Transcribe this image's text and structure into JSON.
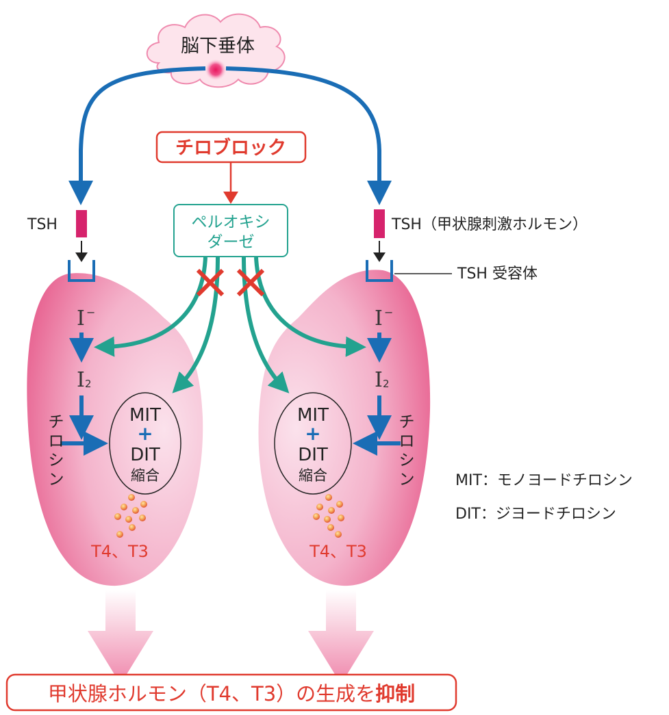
{
  "pituitary": {
    "label": "脳下垂体"
  },
  "drug": {
    "label": "チロブロック"
  },
  "enzyme": {
    "label_line1": "ペルオキシ",
    "label_line2": "ダーゼ"
  },
  "tsh": {
    "left_label": "TSH",
    "right_label": "TSH（甲状腺刺激ホルモン）",
    "receptor_label": "TSH 受容体"
  },
  "gland": {
    "iodide": "I",
    "iodide_sup": "−",
    "iodine": "I",
    "iodine_sub": "2",
    "tyrosine_chars": [
      "チ",
      "ロ",
      "シ",
      "ン"
    ],
    "mit": "MIT",
    "plus": "+",
    "dit": "DIT",
    "condense": "縮合",
    "hormones": "T4、T3"
  },
  "legend": {
    "mit": "MIT：モノヨードチロシン",
    "dit": "DIT：ジヨードチロシン"
  },
  "result": {
    "main": "甲状腺ホルモン（T4、T3）の生成を",
    "emphasis": "抑制"
  },
  "colors": {
    "blue": "#1a6db5",
    "teal": "#23a28f",
    "red": "#e03a2e",
    "magenta": "#d6236c",
    "gland_pink": "#ef8aae"
  }
}
